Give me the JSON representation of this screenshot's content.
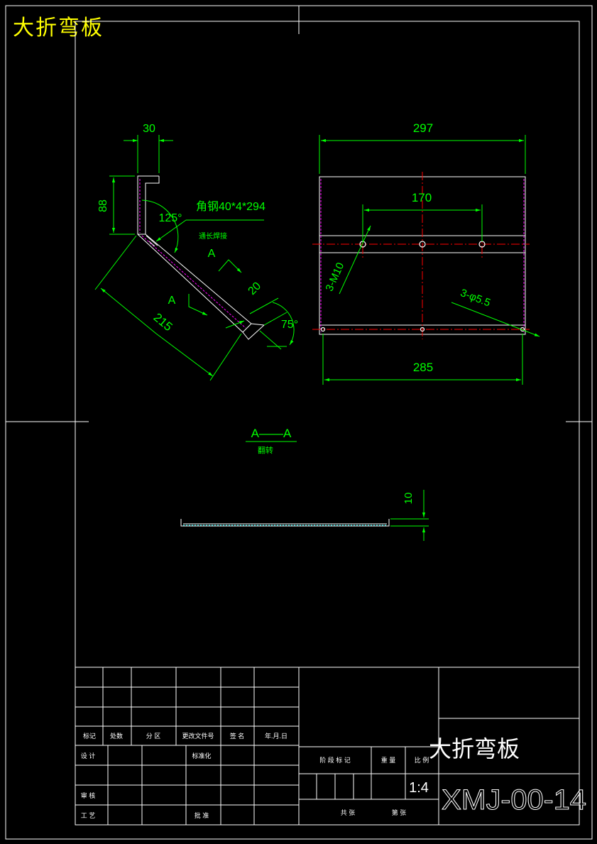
{
  "corner_title": "大折弯板",
  "dims": {
    "d30": "30",
    "d88": "88",
    "d125": "125°",
    "material": "角钢40*4*294",
    "note_small": "通长焊接",
    "section_a1": "A",
    "section_a2": "A",
    "d20": "20",
    "d215": "215",
    "d75": "75°",
    "d297": "297",
    "d170": "170",
    "m10": "3-M10",
    "d55": "3-φ5.5",
    "d285": "285",
    "section_title": "A——A",
    "section_sub": "翻转",
    "d10": "10"
  },
  "title_block": {
    "headers": {
      "mark": "标记",
      "count": "处数",
      "zone": "分 区",
      "doc_no": "更改文件号",
      "sign": "签 名",
      "date": "年.月.日"
    },
    "design": "设 计",
    "standardize": "标准化",
    "review": "审 核",
    "process": "工 艺",
    "approve": "批 准",
    "stage_mark": "阶 段 标 记",
    "weight": "重 量",
    "scale_label": "比 例",
    "scale_value": "1:4",
    "sheet_total": "共    张",
    "sheet_no": "第    张",
    "part_name": "大折弯板",
    "part_code": "XMJ-00-14"
  }
}
